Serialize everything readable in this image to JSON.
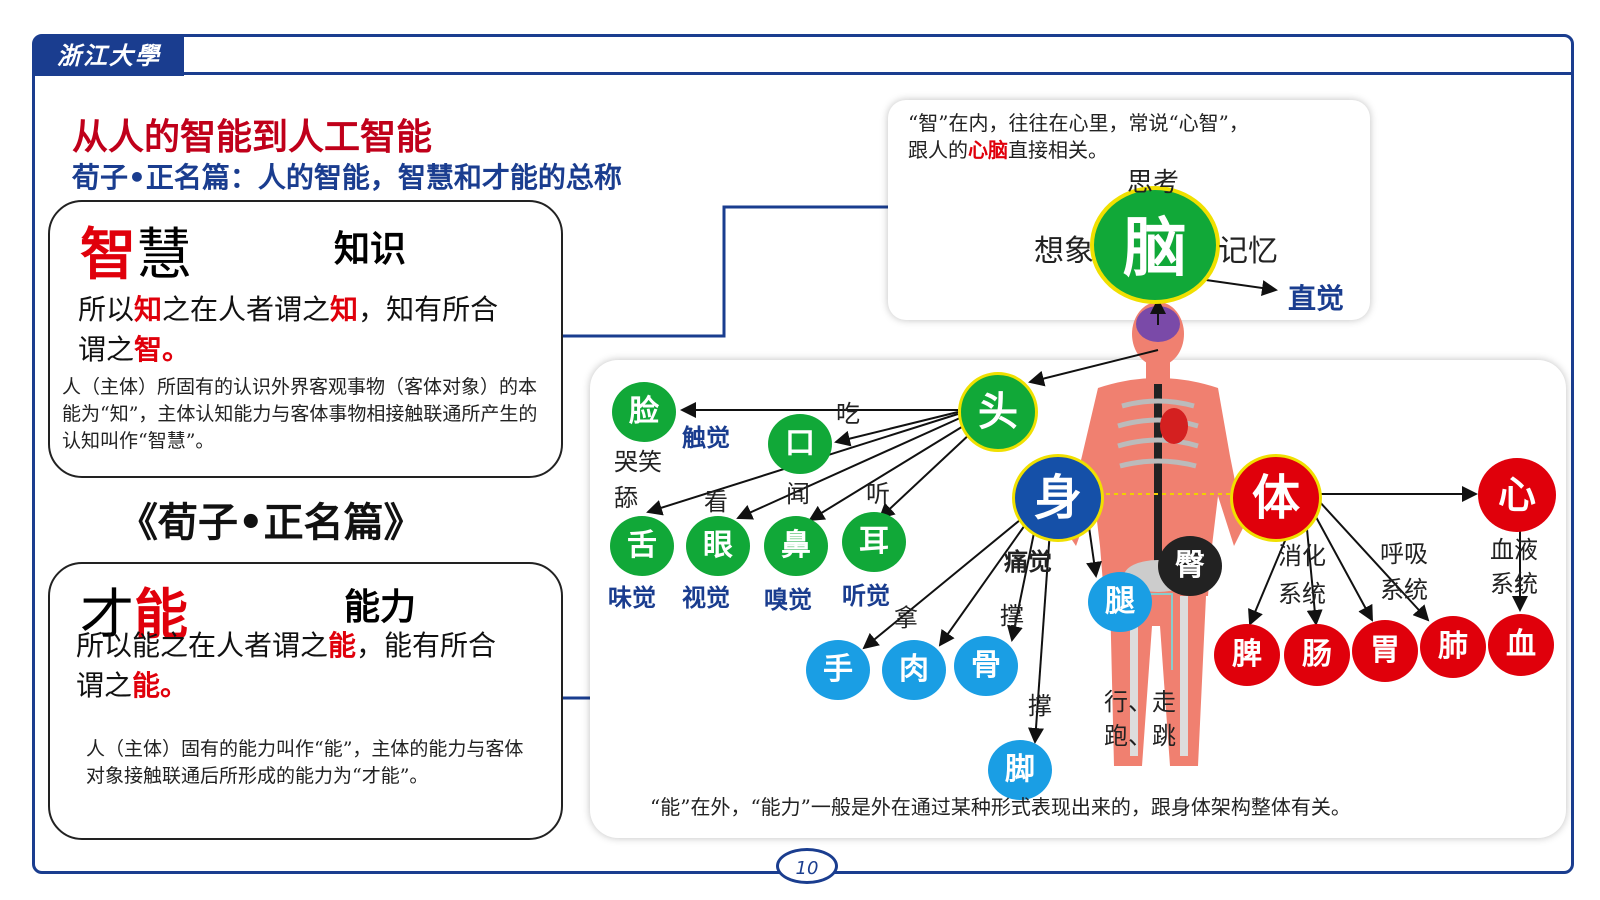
{
  "header": {
    "logo_text": "浙江大學"
  },
  "title": {
    "main": "从人的智能到人工智能",
    "sub": "荀子•正名篇：人的智能，智慧和才能的总称"
  },
  "wisdom_box": {
    "heading_red": "智",
    "heading_black": "慧",
    "tag": "知识",
    "quote_parts": [
      "所以",
      "知",
      "之在人者谓之",
      "知",
      "，知有所合",
      "谓之",
      "智",
      "。"
    ],
    "explanation": "人（主体）所固有的认识外界客观事物（客体对象）的本能为“知”，主体认知能力与客体事物相接触联通所产生的认知叫作“智慧”。"
  },
  "book_title": "《荀子•正名篇》",
  "ability_box": {
    "heading_black": "才",
    "heading_red": "能",
    "tag": "能力",
    "quote_parts": [
      "所以能之在人者谓之",
      "能",
      "，能有所合",
      "谓之",
      "能。"
    ],
    "explanation": "人（主体）固有的能力叫作“能”，主体的能力与客体对象接触联通后所形成的能力为“才能”。"
  },
  "brain_panel": {
    "text_parts": [
      "“智”在内，往往在心里，常说“心智”，",
      "跟人的",
      "心脑",
      "直接相关。"
    ],
    "center": "脑",
    "labels": {
      "think": "思考",
      "imagine": "想象",
      "memory": "记忆",
      "intuition": "直觉"
    }
  },
  "body_diagram": {
    "head": "头",
    "body": "身",
    "torso": "体",
    "heart": "心",
    "face_nodes": {
      "face": "脸",
      "mouth": "口",
      "tongue": "舌",
      "eye": "眼",
      "nose": "鼻",
      "ear": "耳"
    },
    "senses": {
      "touch": "触觉",
      "taste": "味觉",
      "sight": "视觉",
      "smell": "嗅觉",
      "hearing": "听觉"
    },
    "actions": {
      "eat": "吃",
      "cry_laugh": "哭笑",
      "lick": "舔",
      "look": "看",
      "smell": "闻",
      "listen": "听"
    },
    "limbs": {
      "hand": "手",
      "flesh": "肉",
      "bone": "骨",
      "leg": "腿",
      "foot": "脚",
      "hip": "臀"
    },
    "limb_labels": {
      "pain": "痛觉",
      "hold": "拿",
      "support1": "撑",
      "support2": "撑",
      "walk1": "行、走",
      "walk2": "跑、跳"
    },
    "organs": {
      "spleen": "脾",
      "intestine": "肠",
      "stomach": "胃",
      "lung": "肺",
      "blood": "血"
    },
    "systems": {
      "digestive1": "消化",
      "digestive2": "系统",
      "respiratory1": "呼吸",
      "respiratory2": "系统",
      "blood1": "血液",
      "blood2": "系统"
    },
    "footer": "“能”在外，“能力”一般是外在通过某种形式表现出来的，跟身体架构整体有关。"
  },
  "page_number": "10",
  "colors": {
    "navy": "#1a3d8f",
    "red": "#e0000b",
    "green": "#11a838",
    "blue": "#1a9ee4",
    "body": "#f08070"
  }
}
